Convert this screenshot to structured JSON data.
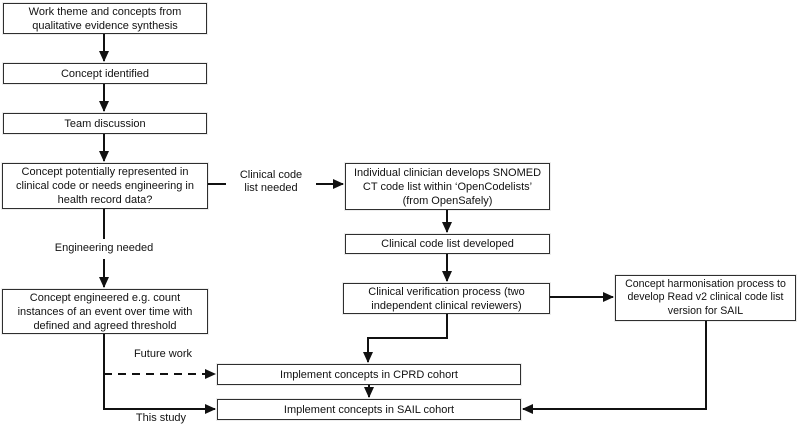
{
  "figure": {
    "background": "#ffffff",
    "box_fill": "#ffffff",
    "box_border_color": "#2f2f2f",
    "line_color": "#111111",
    "text_color": "#111111"
  },
  "nodes": {
    "work_theme": "Work theme and concepts from\nqualitative evidence synthesis",
    "concept_identified": "Concept identified",
    "team_discussion": "Team discussion",
    "concept_potential": "Concept potentially represented in\nclinical code or needs engineering in\nhealth record data?",
    "individual_clinician": "Individual clinician develops SNOMED\nCT code list within ‘OpenCodelists’\n(from OpenSafely)",
    "code_list_developed": "Clinical code list developed",
    "clinical_verification": "Clinical verification process (two\nindependent clinical reviewers)",
    "concept_harmonisation": "Concept harmonisation process to\ndevelop Read v2 clinical code list\nversion for SAIL",
    "concept_engineered": "Concept engineered e.g. count\ninstances of an event over time with\ndefined and agreed threshold",
    "implement_cprd": "Implement concepts in CPRD cohort",
    "implement_sail": "Implement concepts in SAIL cohort"
  },
  "edge_labels": {
    "clinical_code_list_needed": "Clinical code\nlist needed",
    "engineering_needed": "Engineering needed",
    "future_work": "Future work",
    "this_study": "This study"
  }
}
